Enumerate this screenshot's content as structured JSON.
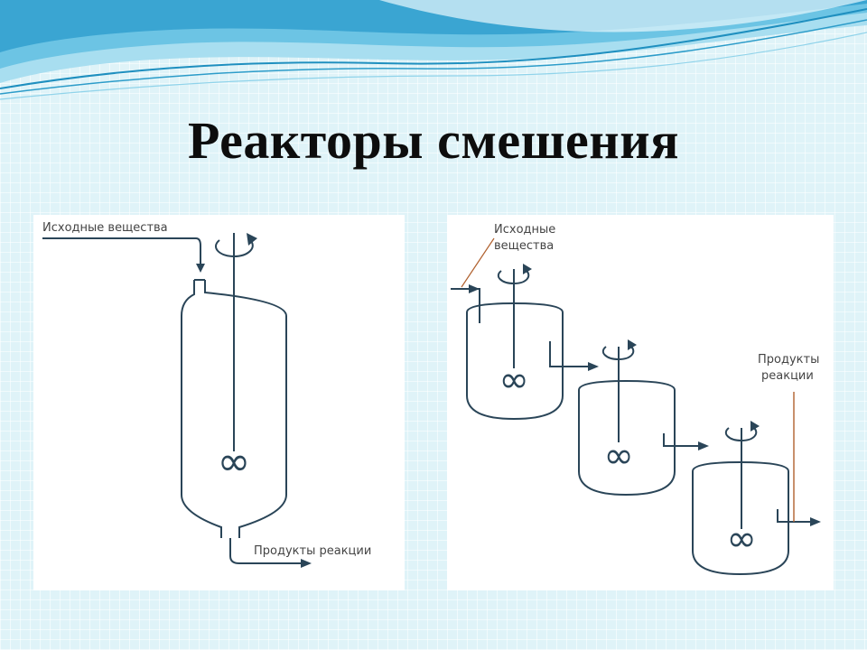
{
  "title": "Реакторы смешения",
  "left_diagram": {
    "input_label": "Исходные вещества",
    "output_label": "Продукты реакции"
  },
  "right_diagram": {
    "input_label_line1": "Исходные",
    "input_label_line2": "вещества",
    "output_label_line1": "Продукты",
    "output_label_line2": "реакции"
  },
  "colors": {
    "line": "#2a4558",
    "leader": "#b0612e",
    "wave_dark": "#1e8fbf",
    "wave_light": "#8fd3ea"
  }
}
